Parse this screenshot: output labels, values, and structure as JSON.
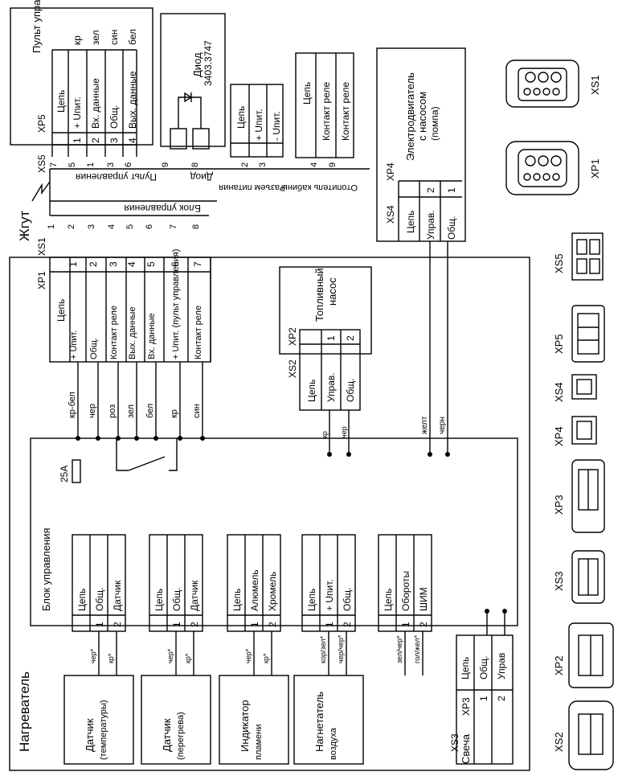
{
  "harness_label": "Жгут",
  "heater": {
    "title": "Нагреватель",
    "control_block_label": "Блок управления",
    "fuse_label": "25A"
  },
  "remote_panel": {
    "title": "Пульт управления",
    "xs5": "XS5",
    "xp5": "XP5",
    "header_circuit": "Цепь",
    "rows": [
      {
        "pin": "1",
        "signal": "+ Uпит.",
        "color": "кр"
      },
      {
        "pin": "2",
        "signal": "Вх. данные",
        "color": "зел"
      },
      {
        "pin": "3",
        "signal": "Общ.",
        "color": "син"
      },
      {
        "pin": "4",
        "signal": "Вых. данные",
        "color": "бел"
      }
    ]
  },
  "diode": {
    "title": "Диод",
    "part": "3403.3747"
  },
  "power_connector": {
    "header": "Цепь",
    "rows": [
      "+ Uпит.",
      "- Uпит."
    ]
  },
  "cabin_heater": {
    "header": "Цепь",
    "rows": [
      "Контакт реле",
      "Контакт реле"
    ]
  },
  "pump_motor": {
    "title_line1": "Электродвигатель",
    "title_line2": "с насосом",
    "title_line3": "(помпа)",
    "xs4": "XS4",
    "xp4": "XP4",
    "header": "Цепь",
    "rows": [
      {
        "pin": "2",
        "signal": "Управ."
      },
      {
        "pin": "1",
        "signal": "Общ."
      }
    ]
  },
  "harness_ends": {
    "pult": "Пульт управления",
    "diode": "Диод",
    "power": "Разъем питания",
    "cabin": "Отопитель кабины",
    "control_block": "Блок управления",
    "top_pins": [
      "7",
      "5",
      "1",
      "3",
      "6",
      "9",
      "8",
      "2",
      "3",
      "4",
      "9"
    ],
    "bottom_pins": [
      "1",
      "2",
      "3",
      "4",
      "5",
      "6",
      "7",
      "8"
    ]
  },
  "main_connector": {
    "xs1": "XS1",
    "xp1": "XP1",
    "header": "Цепь",
    "rows": [
      {
        "pin": "1",
        "signal": "+ Uпит.",
        "wire": "кр-бел"
      },
      {
        "pin": "2",
        "signal": "Общ.",
        "wire": "чер"
      },
      {
        "pin": "3",
        "signal": "Контакт реле",
        "wire": "роз"
      },
      {
        "pin": "4",
        "signal": "Вых. данные",
        "wire": "зел"
      },
      {
        "pin": "5",
        "signal": "Вх. данные",
        "wire": "бел"
      },
      {
        "pin": "6",
        "signal": "+ Uпит. (пульт управления)",
        "wire": "кр"
      },
      {
        "pin": "7",
        "signal": "Контакт реле",
        "wire": "син"
      }
    ]
  },
  "fuel_pump": {
    "title_line1": "Топливный",
    "title_line2": "насос",
    "xs2": "XS2",
    "xp2": "XP2",
    "header": "Цепь",
    "rows": [
      {
        "pin": "1",
        "signal": "Управ.",
        "wire": "кр"
      },
      {
        "pin": "2",
        "signal": "Общ.",
        "wire": "чер"
      }
    ]
  },
  "pump_wires": [
    "желт",
    "черн"
  ],
  "sensors": [
    {
      "name_line1": "Датчик",
      "name_line2": "(температуры)",
      "header": "Цепь",
      "rows": [
        "Общ.",
        "Датчик"
      ],
      "wires": [
        "чер*",
        "кр*"
      ]
    },
    {
      "name_line1": "Датчик",
      "name_line2": "(перегрева)",
      "header": "Цепь",
      "rows": [
        "Общ.",
        "Датчик"
      ],
      "wires": [
        "чер*",
        "кр*"
      ]
    },
    {
      "name_line1": "Индикатор",
      "name_line2": "пламени",
      "header": "Цепь",
      "rows": [
        "Алюмель",
        "Хромель"
      ],
      "wires": [
        "чер*",
        "кр*"
      ]
    },
    {
      "name_line1": "Нагнетатель",
      "name_line2": "воздуха",
      "header": "Цепь",
      "rows": [
        "+ Uпит.",
        "Общ."
      ],
      "wires": [
        "кор/зел*",
        "чер/чер*"
      ]
    },
    {
      "name_line1": "",
      "name_line2": "",
      "header": "Цепь",
      "rows": [
        "Обороты",
        "ШИМ"
      ],
      "wires": [
        "зел/чер*",
        "гол/жел*"
      ]
    }
  ],
  "glow_plug": {
    "name": "Свеча",
    "xs3": "XS3",
    "xp3": "XP3",
    "header": "Цепь",
    "rows": [
      {
        "pin": "1",
        "signal": "Общ."
      },
      {
        "pin": "2",
        "signal": "Управ"
      }
    ]
  },
  "connector_views": [
    "XS1",
    "XP1",
    "XS5",
    "XP5",
    "XS4",
    "XP4",
    "XP3",
    "XS3",
    "XP2",
    "XS2"
  ],
  "xs1_pins": [
    "1",
    "2",
    "3",
    "4",
    "5",
    "6",
    "7",
    "8"
  ]
}
